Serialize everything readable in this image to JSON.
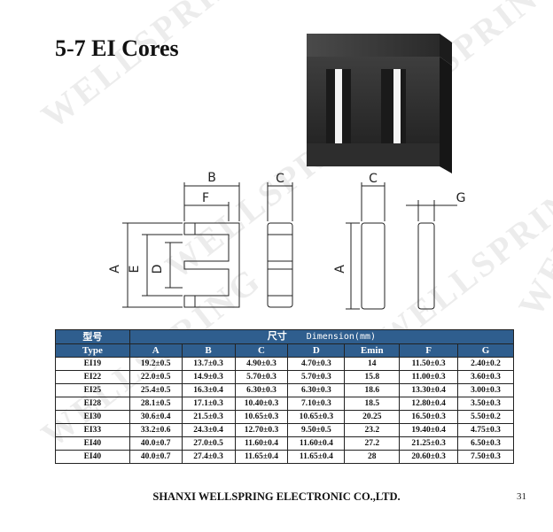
{
  "title": "5-7 EI Cores",
  "watermark": "WELLSPRING",
  "drawing_labels": {
    "a": "A",
    "b": "B",
    "c": "C",
    "d": "D",
    "e": "E",
    "f": "F",
    "g": "G"
  },
  "table": {
    "header_model": "型号",
    "header_dim_cn": "尺寸",
    "header_dim_en": "Dimension(mm)",
    "columns": [
      "Type",
      "A",
      "B",
      "C",
      "D",
      "Emin",
      "F",
      "G"
    ],
    "rows": [
      [
        "EI19",
        "19.2±0.5",
        "13.7±0.3",
        "4.90±0.3",
        "4.70±0.3",
        "14",
        "11.50±0.3",
        "2.40±0.2"
      ],
      [
        "EI22",
        "22.0±0.5",
        "14.9±0.3",
        "5.70±0.3",
        "5.70±0.3",
        "15.8",
        "11.00±0.3",
        "3.60±0.3"
      ],
      [
        "EI25",
        "25.4±0.5",
        "16.3±0.4",
        "6.30±0.3",
        "6.30±0.3",
        "18.6",
        "13.30±0.4",
        "3.00±0.3"
      ],
      [
        "EI28",
        "28.1±0.5",
        "17.1±0.3",
        "10.40±0.3",
        "7.10±0.3",
        "18.5",
        "12.80±0.4",
        "3.50±0.3"
      ],
      [
        "EI30",
        "30.6±0.4",
        "21.5±0.3",
        "10.65±0.3",
        "10.65±0.3",
        "20.25",
        "16.50±0.3",
        "5.50±0.2"
      ],
      [
        "EI33",
        "33.2±0.6",
        "24.3±0.4",
        "12.70±0.3",
        "9.50±0.5",
        "23.2",
        "19.40±0.4",
        "4.75±0.3"
      ],
      [
        "EI40",
        "40.0±0.7",
        "27.0±0.5",
        "11.60±0.4",
        "11.60±0.4",
        "27.2",
        "21.25±0.3",
        "6.50±0.3"
      ],
      [
        "EI40",
        "40.0±0.7",
        "27.4±0.3",
        "11.65±0.4",
        "11.65±0.4",
        "28",
        "20.60±0.3",
        "7.50±0.3"
      ]
    ]
  },
  "footer": "SHANXI WELLSPRING ELECTRONIC CO.,LTD.",
  "page_number": "31",
  "colors": {
    "header_bg": "#2f5e8e",
    "core": "#3a3a3a"
  }
}
